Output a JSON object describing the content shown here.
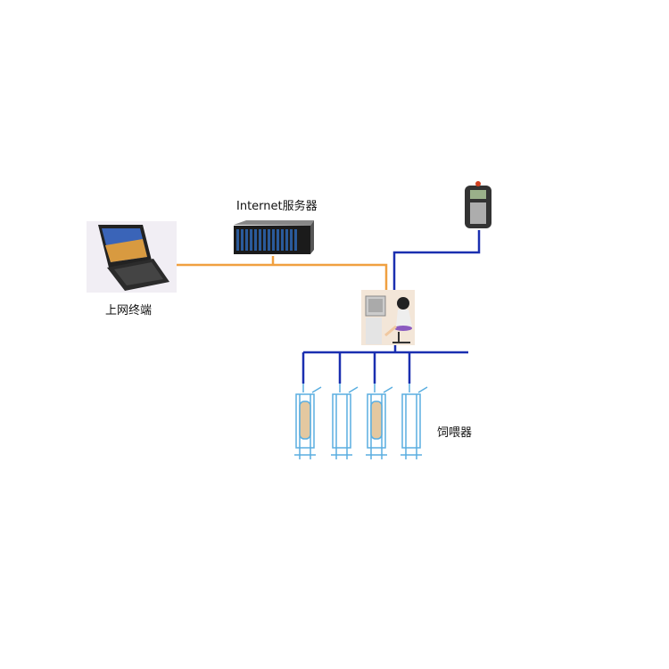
{
  "labels": {
    "server": "Internet服务器",
    "terminal": "上网终端",
    "feeder": "饲喂器"
  },
  "colors": {
    "internet_line": "#f0a040",
    "control_line": "#1a2fb0",
    "feeder_blue": "#5aaee0"
  },
  "icons": [
    "laptop-icon",
    "server-icon",
    "handheld-controller-icon",
    "operator-workstation-icon",
    "feeder-icon"
  ]
}
